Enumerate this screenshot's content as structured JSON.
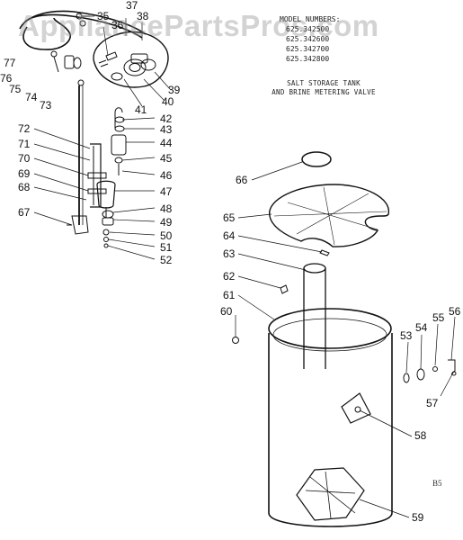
{
  "watermark": "AppliancePartsPros.com",
  "model_numbers": {
    "heading": "MODEL NUMBERS:",
    "numbers": [
      "625.342500",
      "625.342600",
      "625.342700",
      "625.342800"
    ]
  },
  "subtitle": [
    "SALT STORAGE TANK",
    "AND BRINE METERING VALVE"
  ],
  "page_code": "B5",
  "parts": [
    "35",
    "36",
    "37",
    "38",
    "39",
    "40",
    "41",
    "42",
    "43",
    "44",
    "45",
    "46",
    "47",
    "48",
    "49",
    "50",
    "51",
    "52",
    "53",
    "54",
    "55",
    "56",
    "57",
    "58",
    "59",
    "60",
    "61",
    "62",
    "63",
    "64",
    "65",
    "66",
    "67",
    "68",
    "69",
    "70",
    "71",
    "72",
    "73",
    "74",
    "75",
    "76",
    "77"
  ]
}
